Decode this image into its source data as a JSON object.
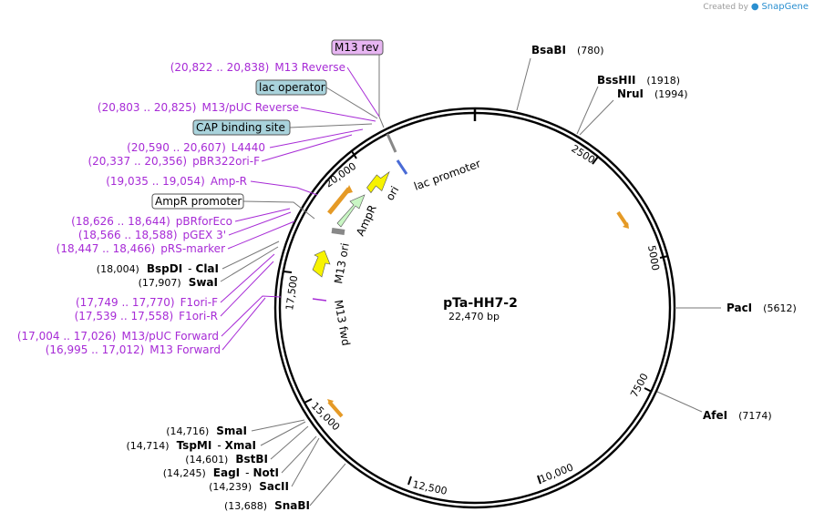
{
  "watermark": {
    "prefix": "Created by",
    "brand": "SnapGene"
  },
  "plasmid": {
    "name": "pTa-HH7-2",
    "length": "22,470 bp"
  },
  "ticks": [
    "2500",
    "5000",
    "7500",
    "10,000",
    "12,500",
    "15,000",
    "17,500",
    "20,000"
  ],
  "left_features": {
    "m13rev_box": "M13 rev",
    "m13_reverse": {
      "range": "(20,822 .. 20,838)",
      "name": "M13 Reverse"
    },
    "lac_operator_box": "lac operator",
    "m13puc_reverse": {
      "range": "(20,803 .. 20,825)",
      "name": "M13/pUC Reverse"
    },
    "cap_box": "CAP binding site",
    "l4440": {
      "range": "(20,590 .. 20,607)",
      "name": "L4440"
    },
    "pbr322ori_f": {
      "range": "(20,337 .. 20,356)",
      "name": "pBR322ori-F"
    },
    "amp_r": {
      "range": "(19,035 .. 19,054)",
      "name": "Amp-R"
    },
    "ampr_promoter_box": "AmpR promoter",
    "pbrforeco": {
      "range": "(18,626 .. 18,644)",
      "name": "pBRforEco"
    },
    "pgex3": {
      "range": "(18,566 .. 18,588)",
      "name": "pGEX 3'"
    },
    "prs_marker": {
      "range": "(18,447 .. 18,466)",
      "name": "pRS-marker"
    },
    "bspdi": {
      "pos": "(18,004)",
      "name": "BspDI",
      "sep": "-",
      "alt": "ClaI"
    },
    "swai": {
      "pos": "(17,907)",
      "name": "SwaI"
    },
    "f1ori_f": {
      "range": "(17,749 .. 17,770)",
      "name": "F1ori-F"
    },
    "f1ori_r": {
      "range": "(17,539 .. 17,558)",
      "name": "F1ori-R"
    },
    "m13puc_forward": {
      "range": "(17,004 .. 17,026)",
      "name": "M13/pUC Forward"
    },
    "m13_forward": {
      "range": "(16,995 .. 17,012)",
      "name": "M13 Forward"
    }
  },
  "bottom_sites": {
    "smai": {
      "pos": "(14,716)",
      "name": "SmaI"
    },
    "tspmi": {
      "pos": "(14,714)",
      "name": "TspMI",
      "sep": "-",
      "alt": "XmaI"
    },
    "bstbi": {
      "pos": "(14,601)",
      "name": "BstBI"
    },
    "eagi": {
      "pos": "(14,245)",
      "name": "EagI",
      "sep": "-",
      "alt": "NotI"
    },
    "sacii": {
      "pos": "(14,239)",
      "name": "SacII"
    },
    "snabi": {
      "pos": "(13,688)",
      "name": "SnaBI"
    }
  },
  "right_sites": {
    "bsabi": {
      "name": "BsaBI",
      "pos": "(780)"
    },
    "bsshii": {
      "name": "BssHII",
      "pos": "(1918)"
    },
    "nrui": {
      "name": "NruI",
      "pos": "(1994)"
    },
    "paci": {
      "name": "PacI",
      "pos": "(5612)"
    },
    "afei": {
      "name": "AfeI",
      "pos": "(7174)"
    }
  },
  "inner_labels": {
    "ori": "ori",
    "lac_promoter": "lac promoter",
    "ampr": "AmpR",
    "m13_ori": "M13 ori",
    "m13_fwd": "M13 fwd"
  },
  "colors": {
    "purple": "#a72bd6",
    "box_blue": "#a9d3dc",
    "box_purple": "#e7b5f2",
    "arrow_yellow": "#f7f300",
    "arrow_green": "#c9f6c4",
    "arrow_orange": "#e59a26"
  }
}
